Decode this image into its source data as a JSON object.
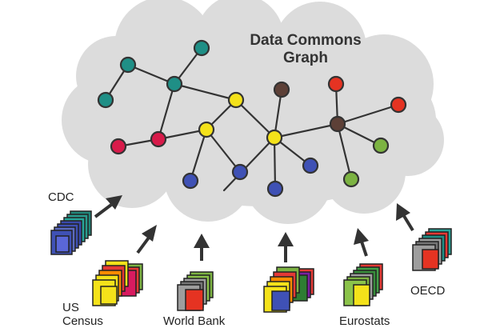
{
  "graph": {
    "title_line1": "Data Commons",
    "title_line2": "Graph"
  },
  "sources": [
    {
      "id": "cdc",
      "label": "CDC"
    },
    {
      "id": "us-census",
      "label_line1": "US",
      "label_line2": "Census"
    },
    {
      "id": "world-bank",
      "label": "World Bank"
    },
    {
      "id": "eurostats",
      "label": "Eurostats"
    },
    {
      "id": "oecd",
      "label": "OECD"
    }
  ],
  "colors": {
    "cloud": "#dcdcdc",
    "edge": "#333333",
    "arrow": "#333333",
    "teal": "#1f8f86",
    "yellow": "#f4e21a",
    "crimson": "#d81b4a",
    "blue": "#3f51b5",
    "brown": "#5d4037",
    "red": "#e53322",
    "green": "#7cb342"
  }
}
